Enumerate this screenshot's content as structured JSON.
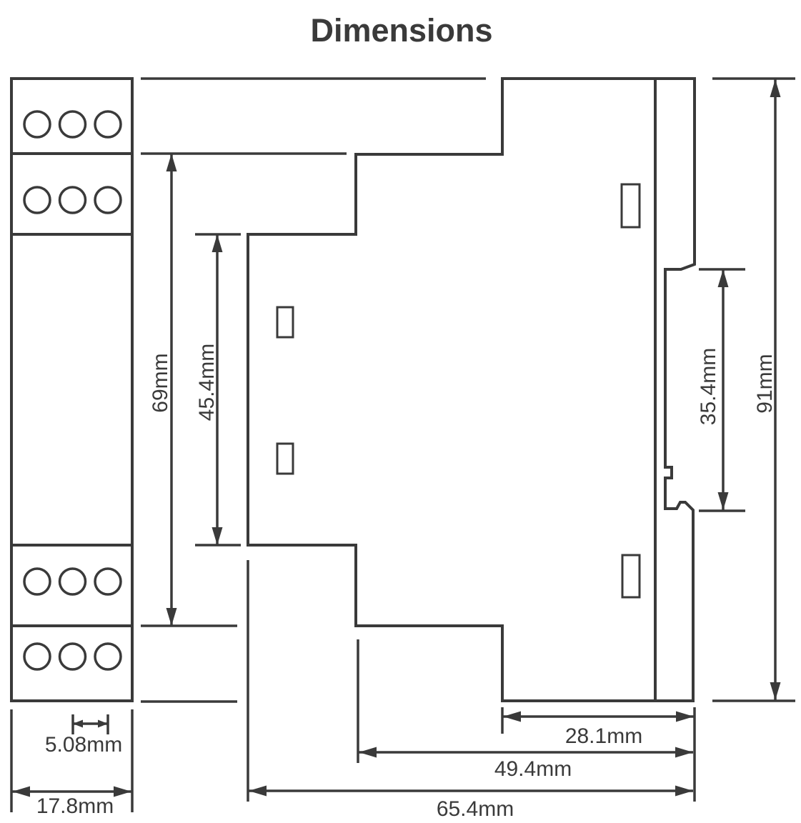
{
  "title": "Dimensions",
  "colors": {
    "line": "#3a3a3a",
    "text": "#3a3a3a",
    "background": "#ffffff"
  },
  "front_view": {
    "terminal_rows": 4,
    "terminals_per_row": 3
  },
  "dimensions": {
    "front_section_height": "69mm",
    "body_section_height": "45.4mm",
    "clip_recess_height": "35.4mm",
    "overall_height": "91mm",
    "terminal_pitch": "5.08mm",
    "overall_width": "17.8mm",
    "rear_depth": "28.1mm",
    "mid_depth": "49.4mm",
    "overall_depth": "65.4mm"
  }
}
